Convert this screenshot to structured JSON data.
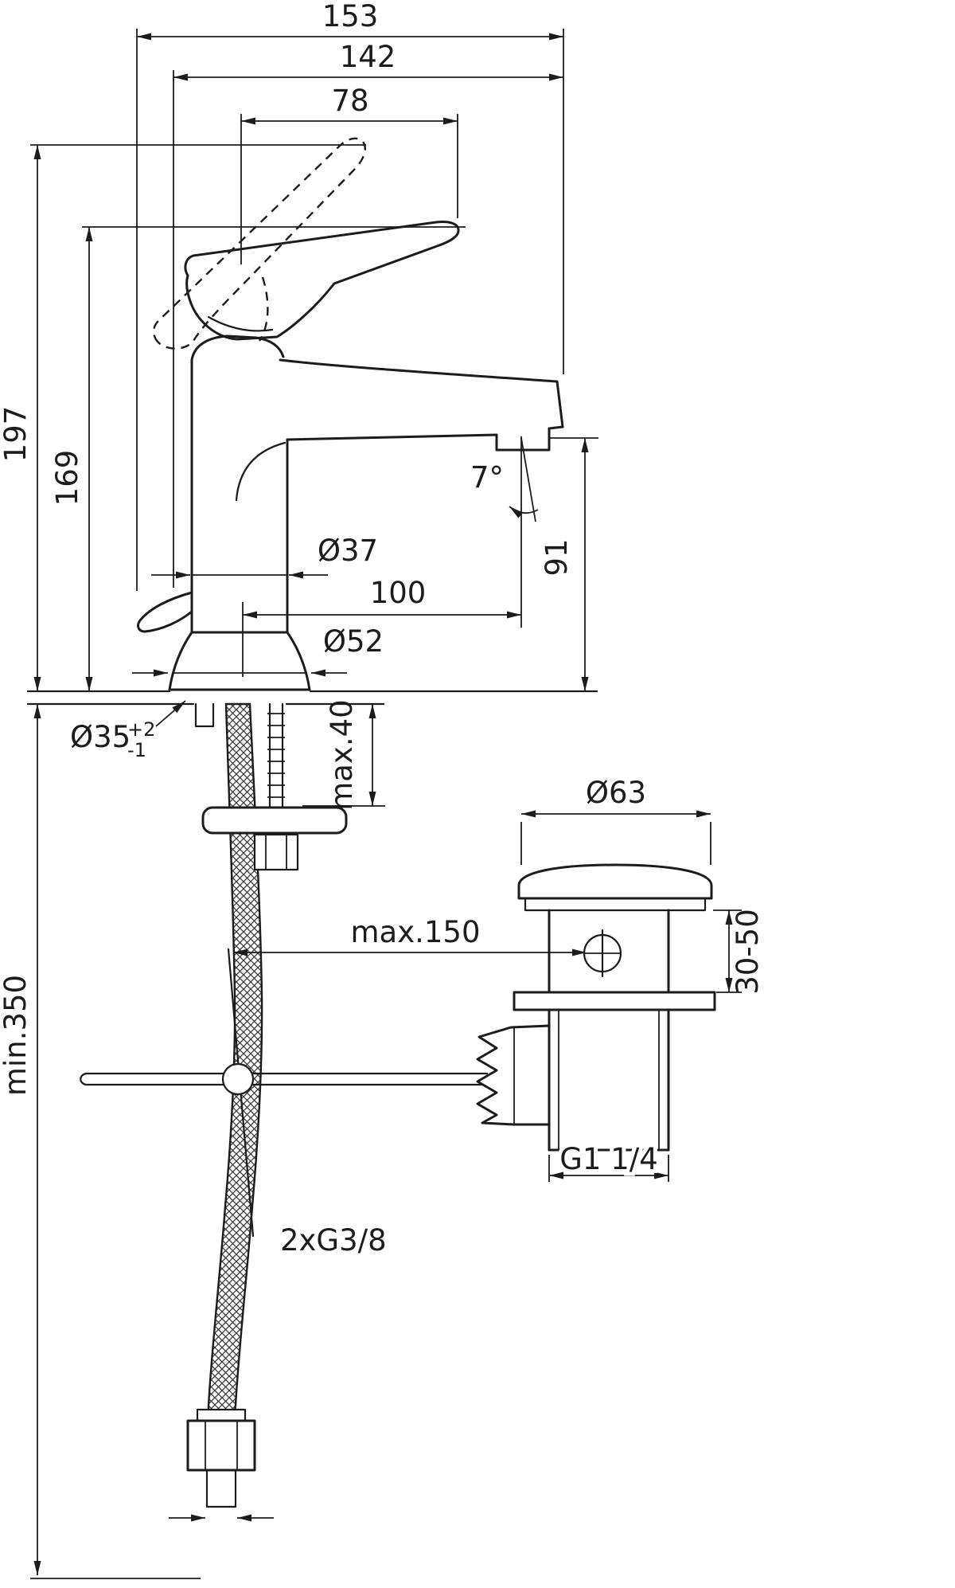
{
  "drawing": {
    "kind": "technical dimensional drawing",
    "subject": "single-lever basin mixer faucet with flexible supply hoses and pop-up waste",
    "line_color": "#1c1c1c",
    "background": "#ffffff"
  },
  "labels": {
    "overall_width": "153",
    "spout_width": "142",
    "lever_width": "78",
    "overall_height": "197",
    "lever_height": "169",
    "spout_angle": "7°",
    "body_diameter": "Ø37",
    "spout_reach": "100",
    "spout_height": "91",
    "base_diameter": "Ø52",
    "hole_diameter": "Ø35",
    "hole_tolerance_plus": "+2",
    "hole_tolerance_minus": "-1",
    "max_deck_thickness": "max.40",
    "min_hose_length": "min.350",
    "waste_cap_diameter": "Ø63",
    "max_rod_length": "max.150",
    "waste_adjust_range": "30-50",
    "waste_thread": "G1 1/4",
    "hose_thread": "2xG3/8"
  }
}
